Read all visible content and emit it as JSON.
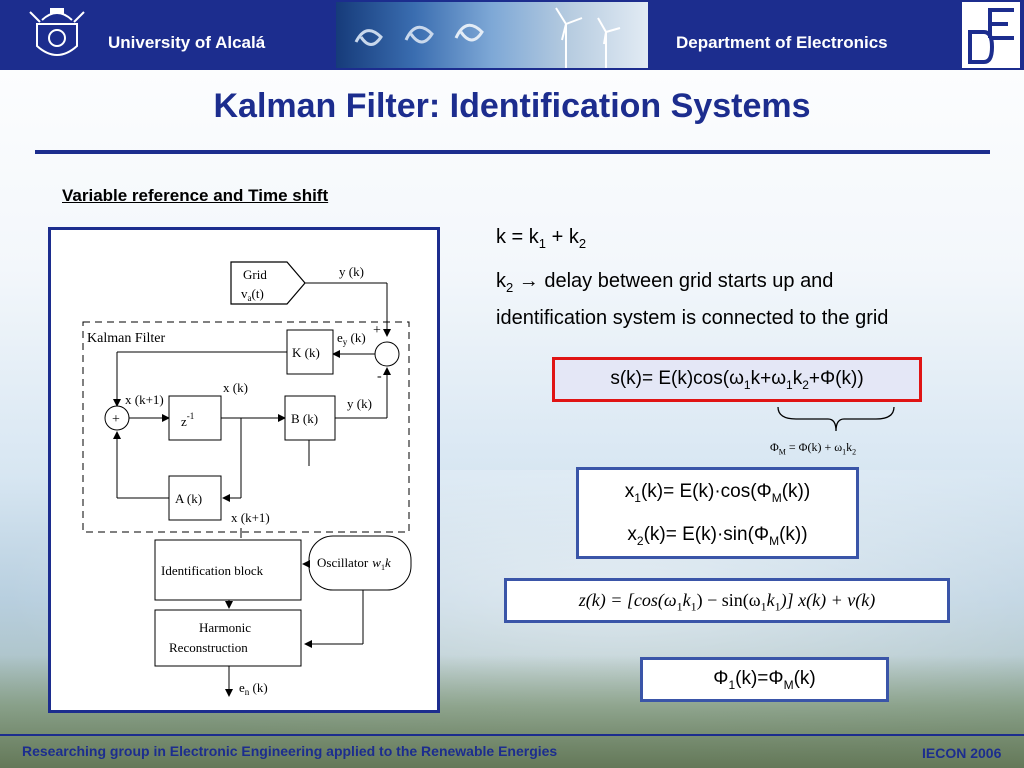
{
  "header": {
    "university": "University of Alcalá",
    "department": "Department of Electronics",
    "logo_left_icon": "crest-icon",
    "logo_right_icon": "de-logo-icon",
    "brand_color": "#1c2d8e"
  },
  "title": "Kalman Filter: Identification Systems",
  "subtitle": "Variable reference and Time shift",
  "diagram": {
    "grid_label": "Grid",
    "grid_signal": "v",
    "grid_signal_sub": "a",
    "grid_signal_arg": "(t)",
    "y_top": "y (k)",
    "ey": "e",
    "ey_sub": "y",
    "ey_arg": " (k)",
    "plus_top": "+",
    "minus": "-",
    "kalman_label": "Kalman  Filter",
    "k_block": "K (k)",
    "xhat_k": "x (k)",
    "xhat_k1": "x (k+1)",
    "plus_sum": "+",
    "z_inv": "z",
    "z_inv_exp": "-1",
    "b_block": "B (k)",
    "y_b": "y (k)",
    "a_block": "A (k)",
    "xhat_k1_bottom": "x (k+1)",
    "ident_block": "Identification block",
    "oscillator": "Oscillator",
    "osc_w": "w",
    "osc_w_sub": "1",
    "osc_k": "k",
    "harmonic_1": "Harmonic",
    "harmonic_2": "Reconstruction",
    "en": "e",
    "en_sub": "n",
    "en_arg": " (k)"
  },
  "right": {
    "line1": {
      "a": "k = k",
      "a_sub": "1",
      "b": " + k",
      "b_sub": "2"
    },
    "line2": {
      "a": "k",
      "a_sub": "2",
      "arrow": " → ",
      "text1": "delay between grid starts up and",
      "text2": "identification system is connected to the grid"
    }
  },
  "eq_s": {
    "p1": "s(k)= E(k)cos(ω",
    "s1": "1",
    "p2": "k+ω",
    "s2": "1",
    "p3": "k",
    "s3": "2",
    "p4": "+Φ(k))"
  },
  "eq_phim": {
    "p1": "Φ",
    "s1": "M",
    "p2": " = Φ(k) + ω",
    "s2": "1",
    "p3": "k",
    "s3": "2"
  },
  "eq_x1": {
    "p1": "x",
    "s1": "1",
    "p2": "(k)= E(k)·cos(Φ",
    "s2": "M",
    "p3": "(k))"
  },
  "eq_x2": {
    "p1": "x",
    "s1": "2",
    "p2": "(k)= E(k)·sin(Φ",
    "s2": "M",
    "p3": "(k))"
  },
  "eq_z": {
    "p1": "z(k) = [cos(ω",
    "s1": "1",
    "p2": "k",
    "s2": "1",
    "p3": ")  − sin(ω",
    "s3": "1",
    "p4": "k",
    "s4": "1",
    "p5": ")] x(k) + v(k)"
  },
  "eq_phi1": {
    "p1": "Φ",
    "s1": "1",
    "p2": "(k)=Φ",
    "s2": "M",
    "p3": "(k)"
  },
  "footer": {
    "left": "Researching group in Electronic Engineering applied to the Renewable Energies",
    "right": "IECON 2006"
  }
}
